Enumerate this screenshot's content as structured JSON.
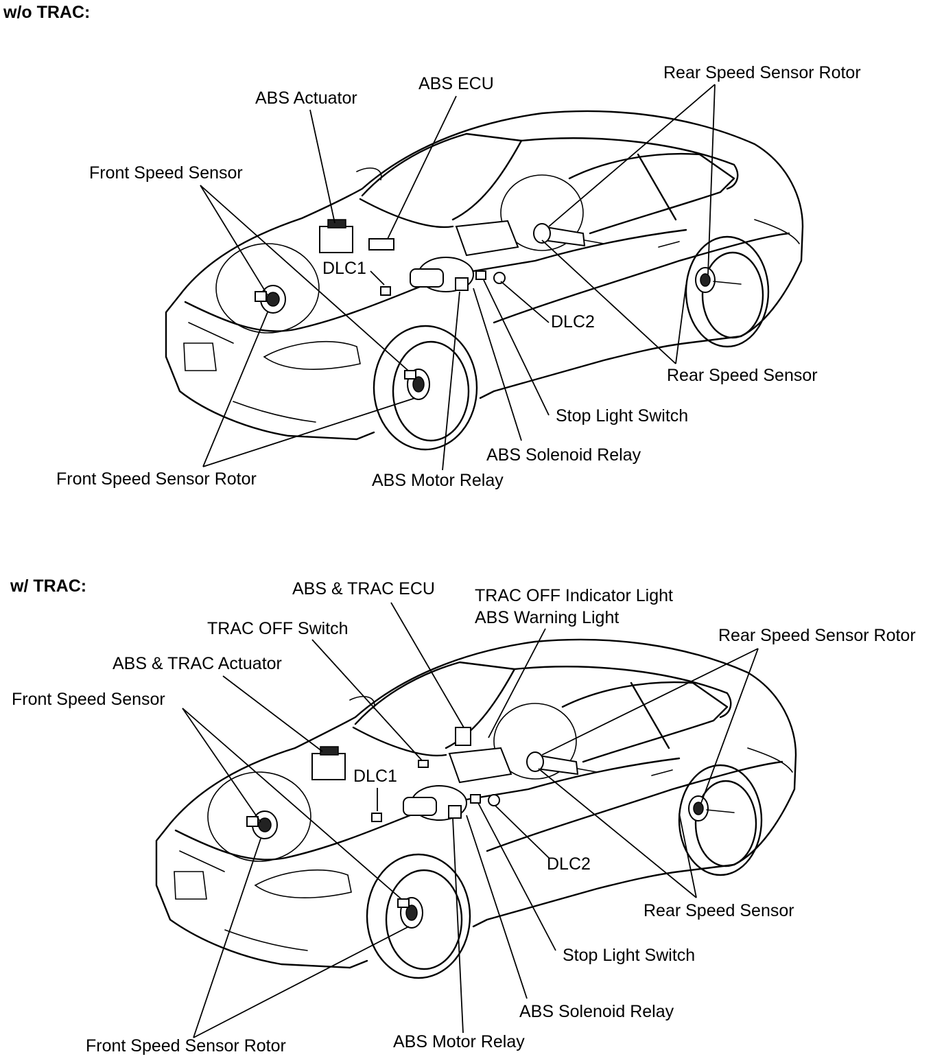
{
  "sections": [
    {
      "heading": "w/o TRAC:",
      "labels": {
        "rear_speed_sensor_rotor": "Rear Speed Sensor Rotor",
        "abs_ecu": "ABS ECU",
        "abs_actuator": "ABS Actuator",
        "front_speed_sensor": "Front Speed Sensor",
        "dlc1": "DLC1",
        "dlc2": "DLC2",
        "rear_speed_sensor": "Rear Speed Sensor",
        "stop_light_switch": "Stop Light Switch",
        "abs_solenoid_relay": "ABS Solenoid Relay",
        "front_speed_sensor_rotor": "Front Speed Sensor Rotor",
        "abs_motor_relay": "ABS Motor Relay"
      }
    },
    {
      "heading": "w/ TRAC:",
      "labels": {
        "abs_trac_ecu": "ABS & TRAC ECU",
        "trac_off_indicator_light": "TRAC OFF Indicator Light",
        "abs_warning_light": "ABS Warning Light",
        "trac_off_switch": "TRAC OFF Switch",
        "rear_speed_sensor_rotor": "Rear Speed Sensor Rotor",
        "abs_trac_actuator": "ABS & TRAC Actuator",
        "front_speed_sensor": "Front Speed Sensor",
        "dlc1": "DLC1",
        "dlc2": "DLC2",
        "rear_speed_sensor": "Rear Speed Sensor",
        "stop_light_switch": "Stop Light Switch",
        "abs_solenoid_relay": "ABS Solenoid Relay",
        "abs_motor_relay": "ABS Motor Relay",
        "front_speed_sensor_rotor": "Front Speed Sensor Rotor"
      }
    }
  ]
}
